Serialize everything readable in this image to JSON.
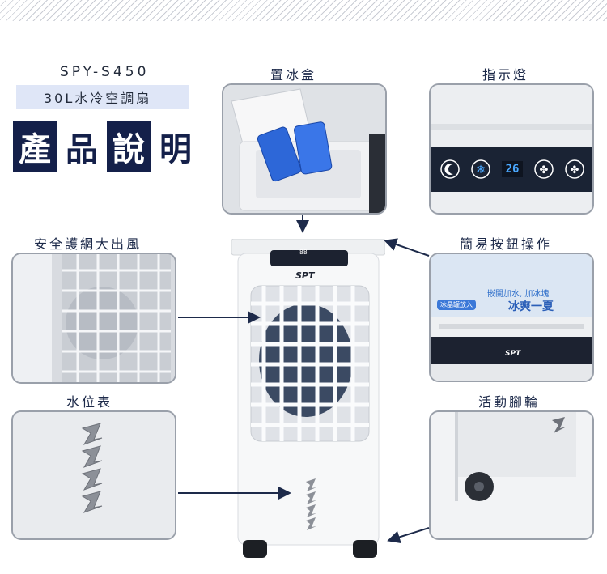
{
  "header": {
    "model": "SPY-S450",
    "subtitle": "30L水冷空調扇",
    "title_chars": [
      "產",
      "品",
      "說",
      "明"
    ]
  },
  "features": {
    "ice_box": "置冰盒",
    "indicator": "指示燈",
    "safety_grill": "安全護網大出風",
    "easy_buttons": "簡易按鈕操作",
    "water_level": "水位表",
    "casters": "活動腳輪"
  },
  "indicator_panel": {
    "display_value": "26",
    "icons": [
      "moon-icon",
      "snowflake-icon",
      "fan-icon",
      "fan-icon"
    ]
  },
  "product": {
    "brand": "SPT",
    "display_value": "88"
  },
  "button_panel": {
    "brand": "SPT",
    "sticker_line1": "嵌開加水, 加冰塊",
    "sticker_line2": "冰爽一夏",
    "sticker_tag": "冰晶罐放入"
  },
  "colors": {
    "navy": "#14204a",
    "light_blue_box": "#dfe6f7",
    "panel_border": "#9aa0aa"
  }
}
